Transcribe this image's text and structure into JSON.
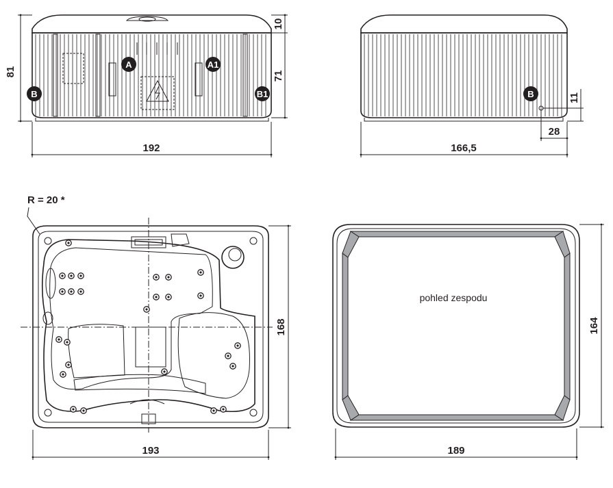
{
  "front_view": {
    "width_label": "192",
    "height_label": "81",
    "lid_label": "10",
    "body_label": "71",
    "markers": [
      "A",
      "A1",
      "B",
      "B1"
    ]
  },
  "side_view": {
    "width_label": "166,5",
    "offset_label": "28",
    "height_label": "11",
    "marker": "B"
  },
  "top_view": {
    "radius_label": "R = 20 *",
    "width_label": "193",
    "height_label": "168"
  },
  "bottom_view": {
    "caption": "pohled zespodu",
    "width_label": "189",
    "height_label": "164"
  },
  "colors": {
    "ink": "#231f20",
    "frame_fill": "#a7a9ac",
    "marker_fill": "#231f20"
  }
}
